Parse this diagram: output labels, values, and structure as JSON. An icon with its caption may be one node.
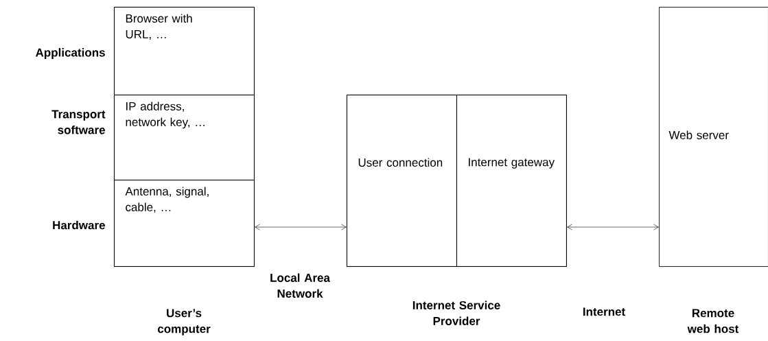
{
  "diagram": {
    "nodes": [
      {
        "text": [
          "User’s computer"
        ]
      },
      {
        "text": [
          "Browser with URL, …"
        ],
        "in": 0,
        "beside": [
          "Applications"
        ]
      },
      {
        "text": [
          "IP address, network key, …"
        ],
        "in": 0,
        "beside": [
          "Transport software"
        ]
      },
      {
        "text": [
          "Antenna, signal, cable, …"
        ],
        "in": 0,
        "beside": [
          "Hardware"
        ]
      },
      {
        "text": [
          "Internet Service Provider"
        ]
      },
      {
        "text": [
          "User connection"
        ],
        "in": 4
      },
      {
        "text": [
          "Internet gateway"
        ],
        "in": 4
      },
      {
        "text": [
          "Web server",
          "Remote web host"
        ]
      }
    ],
    "edges": [
      {
        "from": 3,
        "to": 5,
        "arrow": "both"
      },
      {
        "from": 6,
        "to": 7,
        "arrow": "both"
      }
    ],
    "labels": [
      "Local Area Network",
      "Internet"
    ]
  }
}
